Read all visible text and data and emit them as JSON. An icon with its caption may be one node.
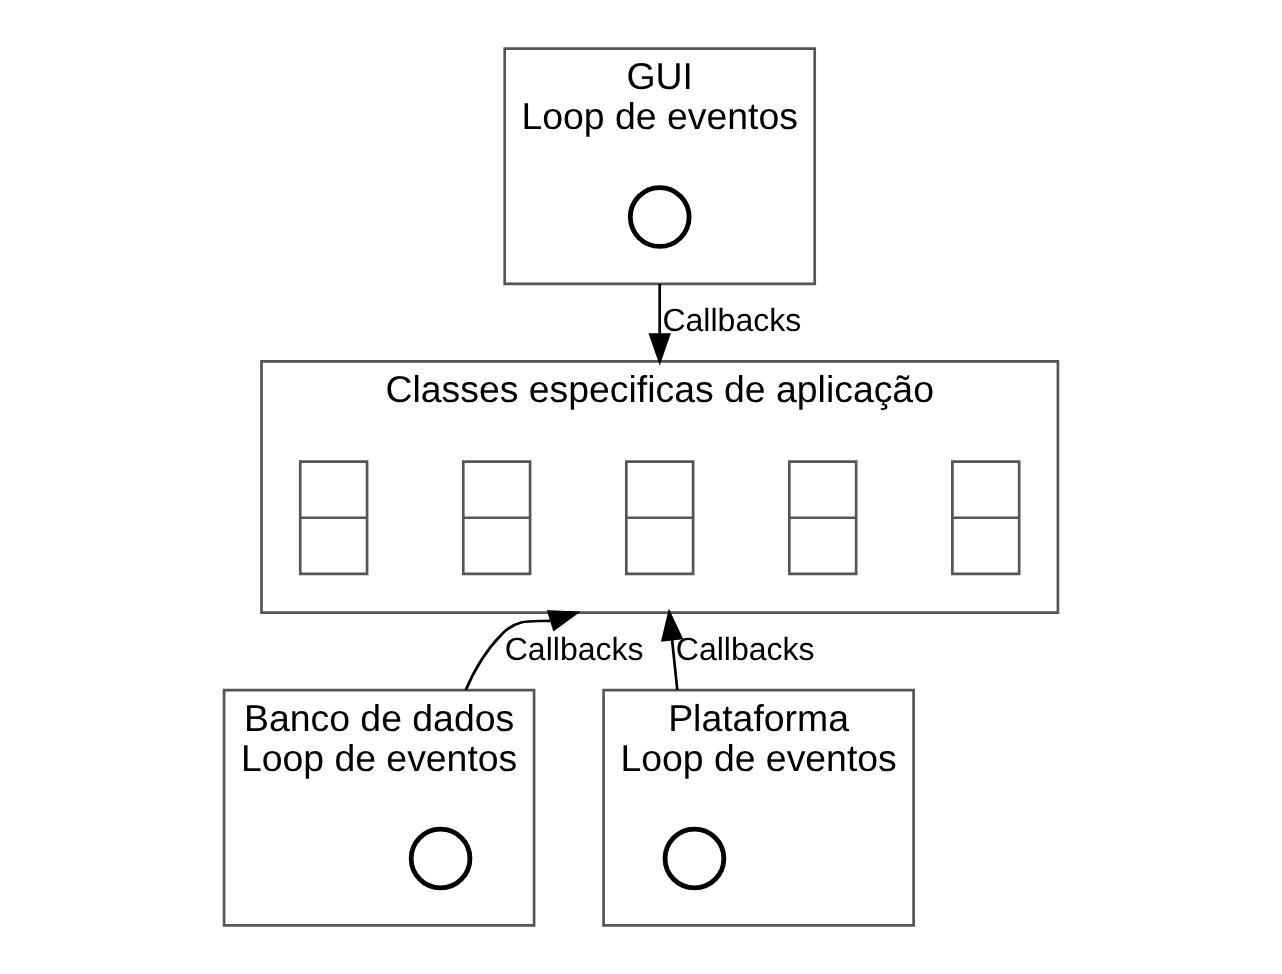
{
  "diagram": {
    "nodes": [
      {
        "text": [
          "GUI",
          "Loop de eventos"
        ]
      },
      {
        "text": [],
        "shape": "circle",
        "in": 0
      },
      {
        "text": [
          "Classes especificas de aplicação"
        ]
      },
      {
        "text": [],
        "shape": "box",
        "in": 2
      },
      {
        "text": [],
        "shape": "box",
        "in": 2
      },
      {
        "text": [],
        "shape": "box",
        "in": 2
      },
      {
        "text": [],
        "shape": "box",
        "in": 2
      },
      {
        "text": [],
        "shape": "box",
        "in": 2
      },
      {
        "text": [
          "Banco de dados",
          "Loop de eventos"
        ]
      },
      {
        "text": [],
        "shape": "circle",
        "in": 8
      },
      {
        "text": [
          "Plataforma",
          "Loop de eventos"
        ]
      },
      {
        "text": [],
        "shape": "circle",
        "in": 10
      }
    ],
    "edges": [
      {
        "from": 0,
        "to": 2,
        "label": "Callbacks",
        "arrow": "to"
      },
      {
        "from": 8,
        "to": 2,
        "label": "Callbacks",
        "arrow": "to"
      },
      {
        "from": 10,
        "to": 2,
        "label": "Callbacks",
        "arrow": "to"
      }
    ]
  }
}
